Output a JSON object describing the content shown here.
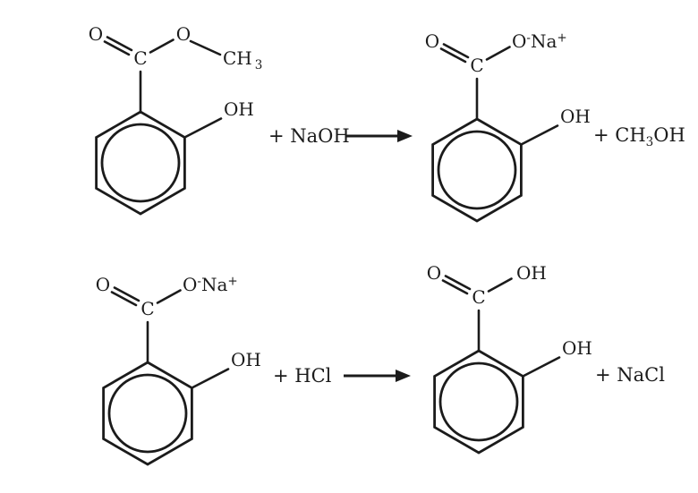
{
  "colors": {
    "background": "#ffffff",
    "ink": "#1b1b1b"
  },
  "reaction1": {
    "reactant": {
      "carbonyl_o": "O",
      "carboxyl_c": "C",
      "ester_o": "O",
      "methyl": "CH",
      "methyl_sub": "3",
      "ring_oh": "OH"
    },
    "reagent": "+ NaOH",
    "product": {
      "carbonyl_o": "O",
      "carboxyl_c": "C",
      "carboxylate_o": "O",
      "charge_minus": "-",
      "sodium": "Na",
      "charge_plus": "+",
      "ring_oh": "OH"
    },
    "byproduct": {
      "prefix": "+ CH",
      "sub": "3",
      "suffix": "OH"
    }
  },
  "reaction2": {
    "reactant": {
      "carbonyl_o": "O",
      "carboxyl_c": "C",
      "carboxylate_o": "O",
      "charge_minus": "-",
      "sodium": "Na",
      "charge_plus": "+",
      "ring_oh": "OH"
    },
    "reagent": "+ HCl",
    "product": {
      "carbonyl_o": "O",
      "carboxyl_c": "C",
      "acid_oh": "OH",
      "ring_oh": "OH"
    },
    "byproduct": "+ NaCl"
  }
}
